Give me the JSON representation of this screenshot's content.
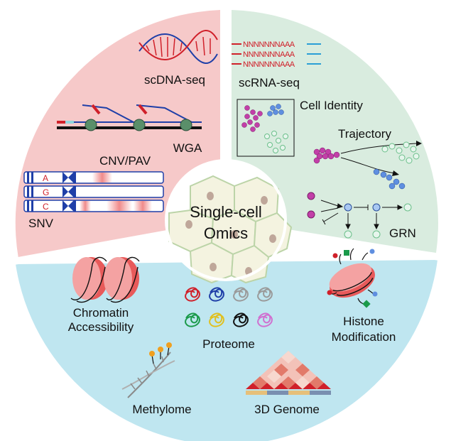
{
  "center": {
    "line1": "Single-cell",
    "line2": "Omics"
  },
  "sectors": {
    "genome": {
      "color": "#f6c9c9",
      "labels": {
        "scdna": "scDNA-seq",
        "wga": "WGA",
        "cnv": "CNV/PAV",
        "snv": "SNV"
      },
      "bases": [
        "A",
        "G",
        "C"
      ]
    },
    "transcriptome": {
      "color": "#d9ecdf",
      "labels": {
        "scrna": "scRNA-seq",
        "identity": "Cell Identity",
        "trajectory": "Trajectory",
        "grn": "GRN"
      },
      "reads": [
        "NNNNNNNAAA",
        "NNNNNNNAAA",
        "NNNNNNNAAA"
      ]
    },
    "epigenome": {
      "color": "#bfe6f0",
      "labels": {
        "chromatin1": "Chromatin",
        "chromatin2": "Accessibility",
        "proteome": "Proteome",
        "histone1": "Histone",
        "histone2": "Modification",
        "methylome": "Methylome",
        "genome3d": "3D Genome"
      }
    }
  },
  "icons": [
    "dna-helix-icon",
    "wga-amplification-icon",
    "chromosome-icon",
    "cluster-icon",
    "trajectory-icon",
    "grn-network-icon",
    "nucleosome-icon",
    "protein-fold-icon",
    "histone-icon",
    "methylation-dna-icon",
    "hic-triangle-icon",
    "cells-icon"
  ]
}
